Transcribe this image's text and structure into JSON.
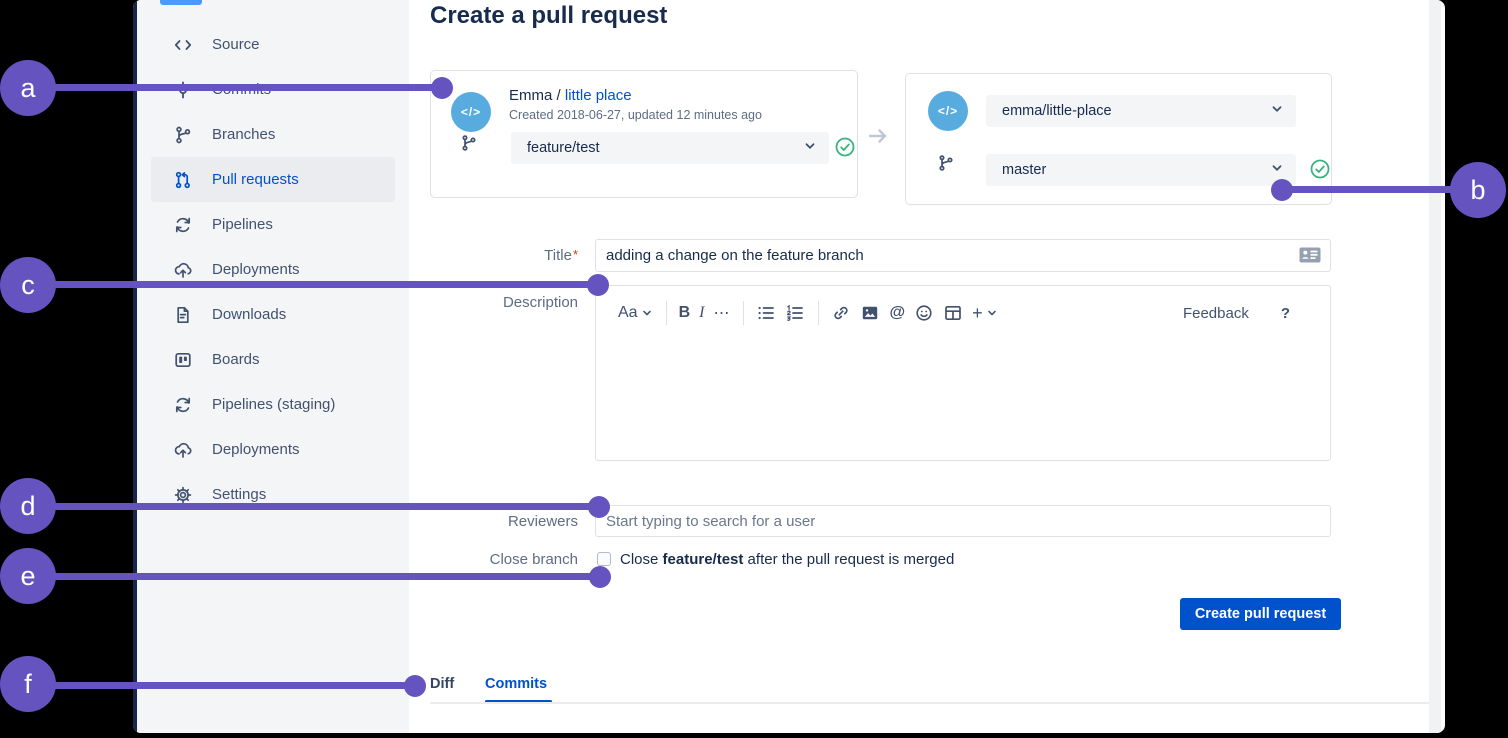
{
  "colors": {
    "annotation_purple": "#6554C0",
    "brand_blue": "#0052CC",
    "avatar_blue": "#57ABDF",
    "success_green": "#36B37E"
  },
  "annotations": {
    "labels": [
      "a",
      "b",
      "c",
      "d",
      "e",
      "f"
    ]
  },
  "sidebar": {
    "items": [
      {
        "label": "Source",
        "active": false
      },
      {
        "label": "Commits",
        "active": false
      },
      {
        "label": "Branches",
        "active": false
      },
      {
        "label": "Pull requests",
        "active": true
      },
      {
        "label": "Pipelines",
        "active": false
      },
      {
        "label": "Deployments",
        "active": false
      },
      {
        "label": "Downloads",
        "active": false
      },
      {
        "label": "Boards",
        "active": false
      },
      {
        "label": "Pipelines (staging)",
        "active": false
      },
      {
        "label": "Deployments",
        "active": false
      },
      {
        "label": "Settings",
        "active": false
      }
    ]
  },
  "header": {
    "title": "Create a pull request"
  },
  "source_card": {
    "avatar_glyph": "</>",
    "owner": "Emma",
    "separator": " / ",
    "repo": "little place",
    "meta": "Created 2018-06-27, updated 12 minutes ago",
    "branch": "feature/test"
  },
  "destination_card": {
    "avatar_glyph": "</>",
    "repo": "emma/little-place",
    "branch": "master"
  },
  "form": {
    "title_label": "Title",
    "required_marker": "*",
    "title_value": "adding a change on the feature branch",
    "description_label": "Description",
    "reviewers_label": "Reviewers",
    "reviewers_placeholder": "Start typing to search for a user",
    "close_branch_label": "Close branch",
    "close_text_pre": "Close ",
    "close_branch_name": "feature/test",
    "close_text_post": " after the pull request is merged",
    "submit_label": "Create pull request"
  },
  "editor_toolbar": {
    "text_style": "Aa",
    "bold": "B",
    "italic": "I",
    "more": "⋯",
    "mention": "@",
    "plus": "+",
    "feedback": "Feedback",
    "help": "?"
  },
  "tabs": [
    {
      "label": "Diff",
      "active": false
    },
    {
      "label": "Commits",
      "active": true
    }
  ]
}
